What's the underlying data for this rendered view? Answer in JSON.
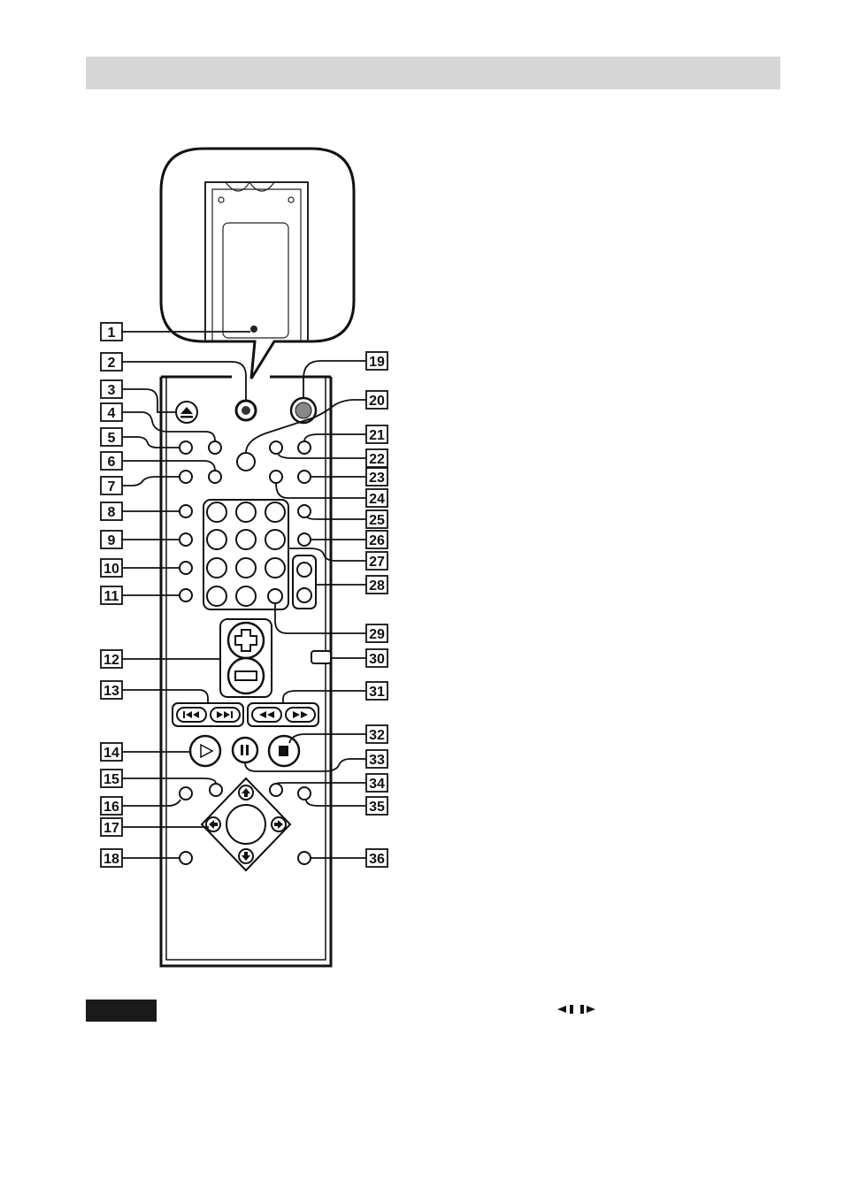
{
  "callouts": {
    "left": [
      "1",
      "2",
      "3",
      "4",
      "5",
      "6",
      "7",
      "8",
      "9",
      "10",
      "11",
      "12",
      "13",
      "14",
      "15",
      "16",
      "17",
      "18"
    ],
    "right": [
      "19",
      "20",
      "21",
      "22",
      "23",
      "24",
      "25",
      "26",
      "27",
      "28",
      "29",
      "30",
      "31",
      "32",
      "33",
      "34",
      "35",
      "36"
    ]
  },
  "icons": {
    "eject": "eject-icon",
    "prev": "skip-previous-icon",
    "next": "skip-next-icon",
    "rewind": "rewind-icon",
    "fast_forward": "fast-forward-icon",
    "play": "play-icon",
    "pause": "pause-icon",
    "stop": "stop-icon",
    "volume_up": "plus-icon",
    "volume_down": "minus-icon",
    "arrows": [
      "arrow-up-icon",
      "arrow-left-icon",
      "arrow-right-icon",
      "arrow-down-icon"
    ],
    "slow_step": "slow-step-icon"
  }
}
